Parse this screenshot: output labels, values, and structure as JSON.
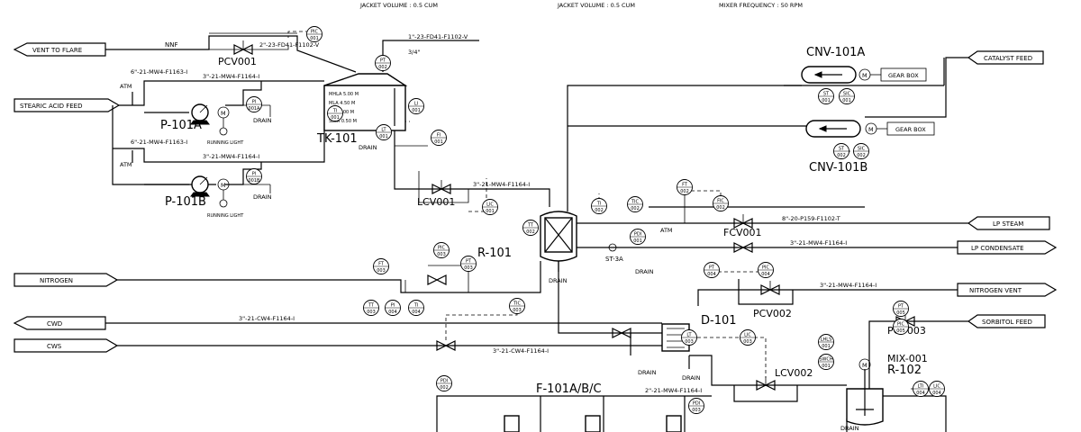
{
  "header": {
    "jacket_volume_1": "JACKET VOLUME : 0.5 CUM",
    "jacket_volume_2": "JACKET VOLUME : 0.5 CUM",
    "mixer_frequency": "MIXER FREQUENCY : 50 RPM"
  },
  "streams": {
    "vent_to_flare": "VENT TO FLARE",
    "stearic_acid_feed": "STEARIC ACID FEED",
    "catalyst_feed": "CATALYST FEED",
    "lp_steam": "LP STEAM",
    "lp_condensate": "LP CONDENSATE",
    "nitrogen": "NITROGEN",
    "nitrogen_vent": "NITROGEN VENT",
    "sorbitol_feed": "SORBITOL FEED",
    "cwd": "CWD",
    "cws": "CWS"
  },
  "equipment": {
    "p101a": "P-101A",
    "p101b": "P-101B",
    "tk101": "TK-101",
    "r101": "R-101",
    "d101": "D-101",
    "r102": "R-102",
    "mix001": "MIX-001",
    "f101": "F-101A/B/C",
    "cnv101a": "CNV-101A",
    "cnv101b": "CNV-101B",
    "st3a": "ST-3A",
    "gear_box": "GEAR BOX",
    "motor": "M"
  },
  "valves": {
    "pcv001": "PCV001",
    "lcv001": "LCV001",
    "fcv001": "FCV001",
    "pcv002": "PCV002",
    "pcv003": "PCV003",
    "lcv002": "LCV002"
  },
  "lines": {
    "nnf": "NNF",
    "l_fd41_v": "2\"-23-FD41-F1102-V",
    "l_fd41_v1": "1\"-23-FD41-F1102-V",
    "l_mw4_1163_a": "6\"-21-MW4-F1163-I",
    "l_mw4_1164_a": "3\"-21-MW4-F1164-I",
    "l_mw4_1163_b": "6\"-21-MW4-F1163-I",
    "l_mw4_1164_b": "3\"-21-MW4-F1164-I",
    "l_mw4_1164_c": "3\"-21-MW4-F1164-I",
    "l_p159": "8\"-20-P159-F1102-T",
    "l_mw4_1164_d": "3\"-21-MW4-F1164-I",
    "l_mw4_1164_e": "3\"-21-MW4-F1164-I",
    "l_cw4_cwd": "3\"-21-CW4-F1164-I",
    "l_cw4_cws": "3\"-21-CW4-F1164-I",
    "l_mw4_1164_f": "2\"-21-MW4-F1164-I",
    "three_quarter": "3/4\""
  },
  "misc": {
    "atm": "ATM",
    "drain": "DRAIN",
    "running_light": "RUNNING LIGHT",
    "tank_levels": [
      "MHLA 5.00 M",
      "MLA 4.50 M",
      "SLA 1.00 M",
      "SLLA 0.50 M"
    ]
  },
  "instruments": [
    {
      "tag": "PIC",
      "num": "001"
    },
    {
      "tag": "PT",
      "num": "002"
    },
    {
      "tag": "TI",
      "num": "001"
    },
    {
      "tag": "PI",
      "num": "001A"
    },
    {
      "tag": "PI",
      "num": "001B"
    },
    {
      "tag": "LT",
      "num": "001"
    },
    {
      "tag": "LI",
      "num": "001"
    },
    {
      "tag": "FI",
      "num": "001"
    },
    {
      "tag": "LIC",
      "num": "001"
    },
    {
      "tag": "TI",
      "num": "002"
    },
    {
      "tag": "TIC",
      "num": "002"
    },
    {
      "tag": "TT",
      "num": "002"
    },
    {
      "tag": "FT",
      "num": "002"
    },
    {
      "tag": "FIC",
      "num": "002"
    },
    {
      "tag": "PDI",
      "num": "001"
    },
    {
      "tag": "PIC",
      "num": "003"
    },
    {
      "tag": "FT",
      "num": "003"
    },
    {
      "tag": "PT",
      "num": "003"
    },
    {
      "tag": "TIC",
      "num": "003"
    },
    {
      "tag": "TT",
      "num": "003"
    },
    {
      "tag": "PI",
      "num": "004"
    },
    {
      "tag": "TI",
      "num": "004"
    },
    {
      "tag": "PT",
      "num": "004"
    },
    {
      "tag": "PIC",
      "num": "004"
    },
    {
      "tag": "LT",
      "num": "003"
    },
    {
      "tag": "LIC",
      "num": "003"
    },
    {
      "tag": "PT",
      "num": "005"
    },
    {
      "tag": "PIC",
      "num": "005"
    },
    {
      "tag": "ST",
      "num": "001"
    },
    {
      "tag": "SIC",
      "num": "001"
    },
    {
      "tag": "ST",
      "num": "002"
    },
    {
      "tag": "SIC",
      "num": "002"
    },
    {
      "tag": "LHLS",
      "num": "001"
    },
    {
      "tag": "SWCH",
      "num": "001"
    },
    {
      "tag": "LTI",
      "num": "004"
    },
    {
      "tag": "LIC",
      "num": "004"
    },
    {
      "tag": "PDI",
      "num": "002"
    },
    {
      "tag": "PDI",
      "num": "003"
    }
  ]
}
